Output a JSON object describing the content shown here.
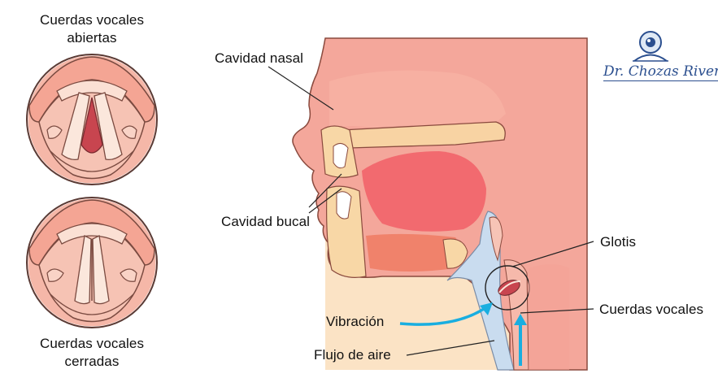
{
  "labels": {
    "open_line1": "Cuerdas vocales",
    "open_line2": "abiertas",
    "closed_line1": "Cuerdas vocales",
    "closed_line2": "cerradas",
    "nasal": "Cavidad nasal",
    "bucal": "Cavidad bucal",
    "glotis": "Glotis",
    "cuerdas": "Cuerdas vocales",
    "vibracion": "Vibración",
    "flujo": "Flujo de aire"
  },
  "logo": {
    "text": "Dr. Chozas Rivera"
  },
  "colors": {
    "skin": "#f4a79b",
    "skin_light": "#f7c4b6",
    "background_panel": "#fbe3c5",
    "tongue": "#f07f78",
    "mouth_cavity": "#f26a6f",
    "airway_blue": "#c9dcef",
    "arrow_cyan": "#19aee0",
    "logo_blue": "#2b4f8f"
  }
}
